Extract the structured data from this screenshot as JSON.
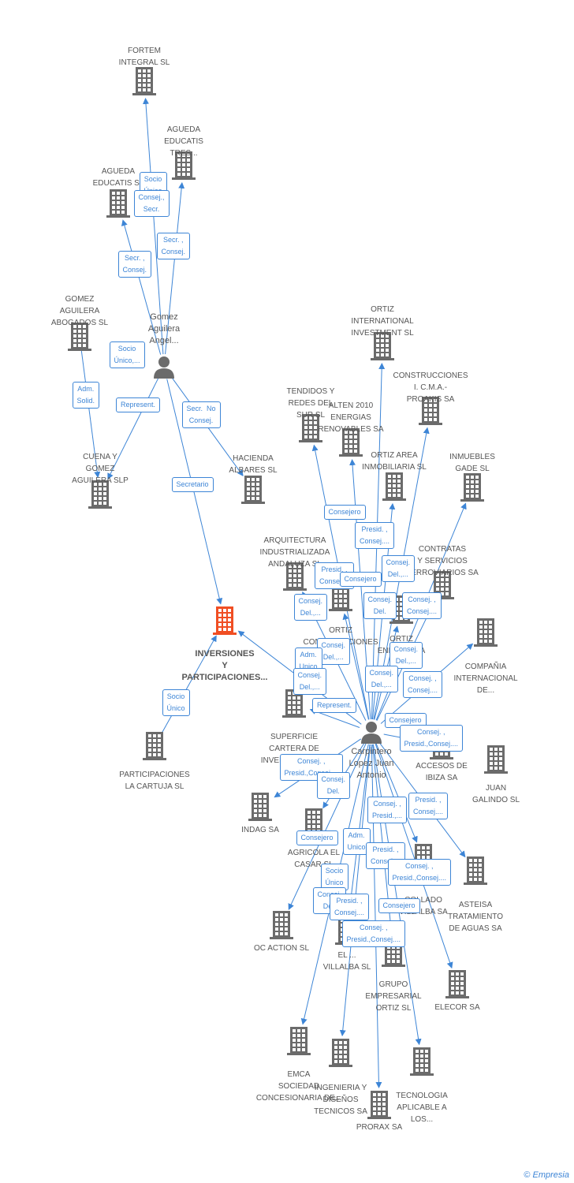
{
  "colors": {
    "building": "#6b6b6b",
    "focus": "#f04e23",
    "line": "#3d85d6",
    "text": "#555555"
  },
  "companies": [
    {
      "id": "fortem",
      "name": "FORTEM\nINTEGRAL SL"
    },
    {
      "id": "agueda_tres",
      "name": "AGUEDA\nEDUCATIS\nTRES..."
    },
    {
      "id": "agueda",
      "name": "AGUEDA\nEDUCATIS SL"
    },
    {
      "id": "gomez_abog",
      "name": "GOMEZ\nAGUILERA\nABOGADOS SL"
    },
    {
      "id": "cuena",
      "name": "CUENA Y\nGOMEZ\nAGUILERA SLP"
    },
    {
      "id": "hacienda",
      "name": "HACIENDA\nALBARES SL"
    },
    {
      "id": "inversiones",
      "name": "INVERSIONES\nY\nPARTICIPACIONES..."
    },
    {
      "id": "cartuja",
      "name": "PARTICIPACIONES\nLA CARTUJA SL"
    },
    {
      "id": "ortiz_int",
      "name": "ORTIZ\nINTERNATIONAL\nINVESTMENT SL"
    },
    {
      "id": "tendidos",
      "name": "TENDIDOS Y\nREDES DEL\nSUR SL"
    },
    {
      "id": "alten",
      "name": "ALTEN 2010\nENERGIAS\nRENOVABLES SA"
    },
    {
      "id": "cmapro",
      "name": "CONSTRUCCIONES\nI. C.M.A.-\nPROAKIS SA"
    },
    {
      "id": "ortiz_area",
      "name": "ORTIZ AREA\nINMOBILIARIA SL"
    },
    {
      "id": "inmuebles",
      "name": "INMUEBLES\nGADE SL"
    },
    {
      "id": "arquitectura",
      "name": "ARQUITECTURA\nINDUSTRIALIZADA\nANDALUZA SL"
    },
    {
      "id": "contratas",
      "name": "CONTRATAS\nY SERVICIOS\nFERROVIARIOS SA"
    },
    {
      "id": "ortiz_constr",
      "name": "ORTIZ\nCONSTRUCCIONES\nY..."
    },
    {
      "id": "ortiz_en",
      "name": "ORTIZ\nENERGIA SA"
    },
    {
      "id": "compania",
      "name": "COMPAÑIA\nINTERNACIONAL\nDE..."
    },
    {
      "id": "superficie",
      "name": "SUPERFICIE\nCARTERA DE\nINVERSIONES SA"
    },
    {
      "id": "accesos",
      "name": "ACCESOS DE\nIBIZA SA"
    },
    {
      "id": "juan_galindo",
      "name": "JUAN\nGALINDO SL"
    },
    {
      "id": "indag",
      "name": "INDAG SA"
    },
    {
      "id": "agricola",
      "name": "AGRICOLA EL\nCASAR SL"
    },
    {
      "id": "collado",
      "name": "COLLADO\nVILLALBA SA"
    },
    {
      "id": "asteisa",
      "name": "ASTEISA\nTRATAMIENTO\nDE AGUAS SA"
    },
    {
      "id": "oc_action",
      "name": "OC ACTION SL"
    },
    {
      "id": "el_villalba",
      "name": "EL ...\nVILLALBA SL"
    },
    {
      "id": "grupo",
      "name": "GRUPO\nEMPRESARIAL\nORTIZ SL"
    },
    {
      "id": "elecor",
      "name": "ELECOR SA"
    },
    {
      "id": "emca",
      "name": "EMCA\nSOCIEDAD\nCONCESIONARIA DE..."
    },
    {
      "id": "ingenieria",
      "name": "INGENIERIA Y\nDISEÑOS\nTECNICOS SA"
    },
    {
      "id": "tecnologia",
      "name": "TECNOLOGIA\nAPLICABLE A\nLOS..."
    },
    {
      "id": "prorax",
      "name": "PRORAX SA"
    }
  ],
  "people": [
    {
      "id": "gomez",
      "name": "Gomez\nAguilera\nAngel..."
    },
    {
      "id": "carpintero",
      "name": "Carpintero\nLopez Juan\nAntonio"
    }
  ],
  "relations": [
    {
      "id": "r1",
      "text": "Socio\nÚnico"
    },
    {
      "id": "r2",
      "text": "Consej.,\nSecr."
    },
    {
      "id": "r3",
      "text": "Secr. ,\nConsej."
    },
    {
      "id": "r4",
      "text": "Secr. ,\nConsej."
    },
    {
      "id": "r5",
      "text": "Socio\nÚnico,..."
    },
    {
      "id": "r6",
      "text": "Adm.\nSolid."
    },
    {
      "id": "r7",
      "text": "Represent."
    },
    {
      "id": "r8",
      "text": "Secr.  No\nConsej."
    },
    {
      "id": "r9",
      "text": "Secretario"
    },
    {
      "id": "r10",
      "text": "Socio\nÚnico"
    },
    {
      "id": "r11",
      "text": "Consejero"
    },
    {
      "id": "r12",
      "text": "Presid. ,\nConsej...."
    },
    {
      "id": "r13",
      "text": "Presid. ,\nConsej...."
    },
    {
      "id": "r14",
      "text": "Consejero"
    },
    {
      "id": "r15",
      "text": "Consej.\nDel.,..."
    },
    {
      "id": "r16",
      "text": "Consej.\nDel.,..."
    },
    {
      "id": "r17",
      "text": "Consej.\nDel."
    },
    {
      "id": "r18",
      "text": "Consej. ,\nConsej...."
    },
    {
      "id": "r19",
      "text": "Consej.\nDel.,..."
    },
    {
      "id": "r20",
      "text": "Adm.\nUnico"
    },
    {
      "id": "r21",
      "text": "Consej.\nDel.,..."
    },
    {
      "id": "r22",
      "text": "Consej.\nDel.,..."
    },
    {
      "id": "r23",
      "text": "Consej.\nDel.,..."
    },
    {
      "id": "r24",
      "text": "Consej. ,\nConsej...."
    },
    {
      "id": "r25",
      "text": "Represent."
    },
    {
      "id": "r26",
      "text": "Consejero"
    },
    {
      "id": "r27",
      "text": "Consej. ,\nPresid.,Consej...."
    },
    {
      "id": "r28",
      "text": "Consej. ,\nPresid.,Consej...."
    },
    {
      "id": "r29",
      "text": "Consej.\nDel."
    },
    {
      "id": "r30",
      "text": "Consej. ,\nPresid.,..."
    },
    {
      "id": "r31",
      "text": "Presid. ,\nConsej...."
    },
    {
      "id": "r32",
      "text": "Consejero"
    },
    {
      "id": "r33",
      "text": "Adm.\nUnico"
    },
    {
      "id": "r34",
      "text": "Presid. ,\nConsej...."
    },
    {
      "id": "r35",
      "text": "Consej. ,\nPresid.,Consej...."
    },
    {
      "id": "r36",
      "text": "Socio\nÚnico"
    },
    {
      "id": "r37",
      "text": "Consej.\nDel."
    },
    {
      "id": "r38",
      "text": "Presid. ,\nConsej...."
    },
    {
      "id": "r39",
      "text": "Consejero"
    },
    {
      "id": "r40",
      "text": "Consej. ,\nPresid.,Consej...."
    }
  ],
  "edges": [
    [
      "gomez",
      "fortem"
    ],
    [
      "gomez",
      "agueda_tres"
    ],
    [
      "gomez",
      "agueda"
    ],
    [
      "gomez",
      "cuena"
    ],
    [
      "gomez",
      "hacienda"
    ],
    [
      "gomez",
      "inversiones"
    ],
    [
      "gomez_abog",
      "cuena"
    ],
    [
      "cartuja",
      "inversiones"
    ],
    [
      "carpintero",
      "ortiz_int"
    ],
    [
      "carpintero",
      "tendidos"
    ],
    [
      "carpintero",
      "alten"
    ],
    [
      "carpintero",
      "cmapro"
    ],
    [
      "carpintero",
      "ortiz_area"
    ],
    [
      "carpintero",
      "inmuebles"
    ],
    [
      "carpintero",
      "arquitectura"
    ],
    [
      "carpintero",
      "contratas"
    ],
    [
      "carpintero",
      "ortiz_constr"
    ],
    [
      "carpintero",
      "ortiz_en"
    ],
    [
      "carpintero",
      "compania"
    ],
    [
      "carpintero",
      "superficie"
    ],
    [
      "carpintero",
      "inversiones"
    ],
    [
      "carpintero",
      "asteisa"
    ],
    [
      "carpintero",
      "elecor"
    ],
    [
      "carpintero",
      "oc_action"
    ],
    [
      "carpintero",
      "emca"
    ],
    [
      "carpintero",
      "ingenieria"
    ],
    [
      "carpintero",
      "tecnologia"
    ],
    [
      "carpintero",
      "prorax"
    ],
    [
      "carpintero",
      "collado"
    ],
    [
      "carpintero",
      "grupo"
    ],
    [
      "carpintero",
      "el_villalba"
    ],
    [
      "carpintero",
      "agricola"
    ],
    [
      "carpintero",
      "indag"
    ],
    [
      "carpintero",
      "accesos"
    ]
  ],
  "footer": {
    "copyright": "©",
    "brand": "Empresia"
  }
}
